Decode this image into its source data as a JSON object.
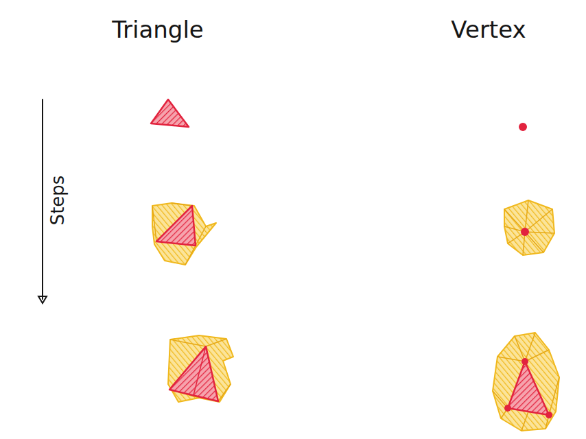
{
  "diagram": {
    "labels": [
      "Triangle",
      "Vertex",
      "Steps"
    ]
  }
}
